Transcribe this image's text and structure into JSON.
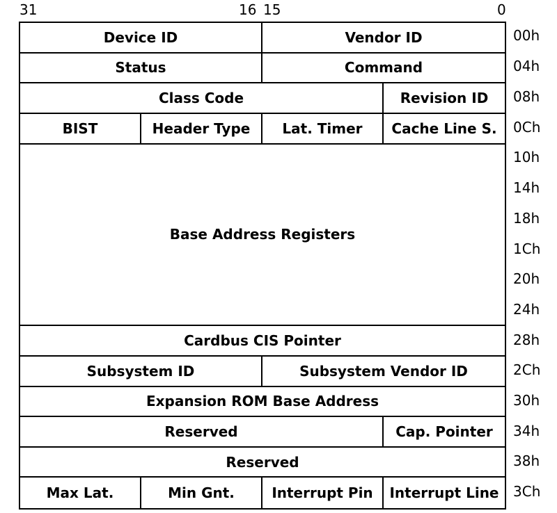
{
  "bit_labels": {
    "b31": "31",
    "b16": "16",
    "b15": "15",
    "b0": "0"
  },
  "rows": [
    {
      "offset": "00h",
      "fields": [
        "Device ID",
        "Vendor ID"
      ]
    },
    {
      "offset": "04h",
      "fields": [
        "Status",
        "Command"
      ]
    },
    {
      "offset": "08h",
      "fields": [
        "Class Code",
        "Revision ID"
      ]
    },
    {
      "offset": "0Ch",
      "fields": [
        "BIST",
        "Header Type",
        "Lat. Timer",
        "Cache Line S."
      ]
    },
    {
      "offset": "10h",
      "fields": [
        "Base Address Registers"
      ]
    },
    {
      "offset": "14h",
      "fields": []
    },
    {
      "offset": "18h",
      "fields": []
    },
    {
      "offset": "1Ch",
      "fields": []
    },
    {
      "offset": "20h",
      "fields": []
    },
    {
      "offset": "24h",
      "fields": []
    },
    {
      "offset": "28h",
      "fields": [
        "Cardbus CIS Pointer"
      ]
    },
    {
      "offset": "2Ch",
      "fields": [
        "Subsystem ID",
        "Subsystem Vendor ID"
      ]
    },
    {
      "offset": "30h",
      "fields": [
        "Expansion ROM Base Address"
      ]
    },
    {
      "offset": "34h",
      "fields": [
        "Reserved",
        "Cap. Pointer"
      ]
    },
    {
      "offset": "38h",
      "fields": [
        "Reserved"
      ]
    },
    {
      "offset": "3Ch",
      "fields": [
        "Max Lat.",
        "Min Gnt.",
        "Interrupt Pin",
        "Interrupt Line"
      ]
    }
  ]
}
